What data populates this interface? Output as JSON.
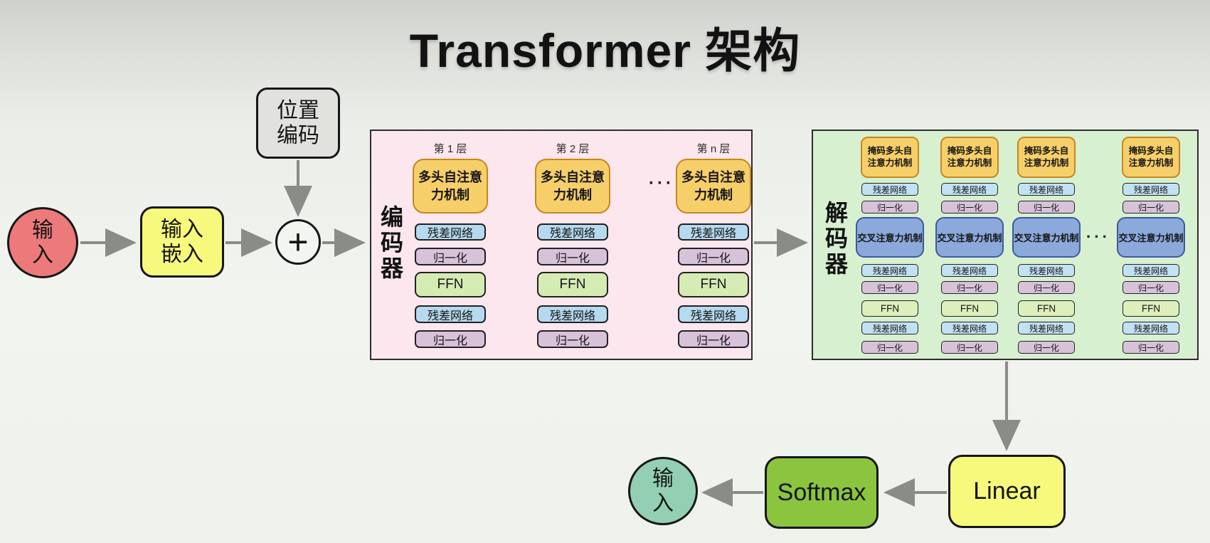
{
  "title": "Transformer 架构",
  "nodes": {
    "input": {
      "line1": "输",
      "line2": "入"
    },
    "embedding": {
      "line1": "输入",
      "line2": "嵌入"
    },
    "positional": {
      "line1": "位置",
      "line2": "编码"
    },
    "plus": "+",
    "linear": "Linear",
    "softmax": "Softmax",
    "output": {
      "line1": "输",
      "line2": "入"
    }
  },
  "encoder": {
    "label": "编码器",
    "columns": [
      {
        "header": "第 1 层"
      },
      {
        "header": "第 2 层"
      },
      {
        "header": "第 n 层"
      }
    ],
    "attention": {
      "line1": "多头自注意",
      "line2": "力机制"
    },
    "residual": "残差网络",
    "norm": "归一化",
    "ffn": "FFN",
    "dots": "···"
  },
  "decoder": {
    "label": "解码器",
    "masked": {
      "line1": "掩码多头自",
      "line2": "注意力机制"
    },
    "cross": "交叉注意力机制",
    "residual": "残差网络",
    "norm": "归一化",
    "ffn": "FFN",
    "dots": "···"
  },
  "colors": {
    "input_red": "#ec7a7a",
    "embed_yellow": "#f6f97c",
    "positional_gray": "#e1e2de",
    "encoder_bg": "#fce7ee",
    "decoder_bg": "#d7f0d0",
    "attention_orange": "#f6cf6a",
    "attention_border": "#c5871f",
    "residual_blue": "#b5d9ee",
    "norm_purple": "#d8c2da",
    "ffn_green": "#d5ebb4",
    "cross_blue": "#8ba9db",
    "softmax_green": "#8bc53e",
    "output_teal": "#92cfb3",
    "arrow_gray": "#898c87",
    "arrow_orange": "#e8872b",
    "cursor_gold": "#f0a93c"
  }
}
